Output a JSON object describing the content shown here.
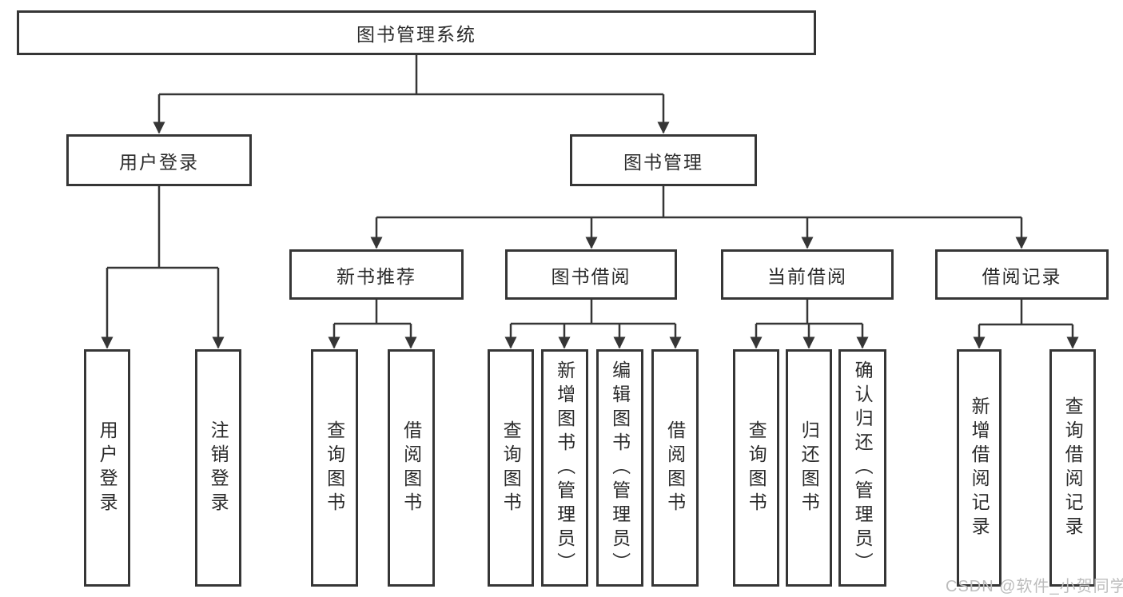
{
  "diagram": {
    "root": "图书管理系统",
    "nodes": {
      "user_login": "用户登录",
      "book_mgmt": "图书管理",
      "new_book": "新书推荐",
      "book_borrow": "图书借阅",
      "current_borrow": "当前借阅",
      "borrow_records": "借阅记录"
    },
    "leaves": {
      "user_login": [
        "用户登录",
        "注销登录"
      ],
      "new_book": [
        "查询图书",
        "借阅图书"
      ],
      "book_borrow": [
        "查询图书",
        "新增图书（管理员）",
        "编辑图书（管理员）",
        "借阅图书"
      ],
      "current_borrow": [
        "查询图书",
        "归还图书",
        "确认归还（管理员）"
      ],
      "borrow_records": [
        "新增借阅记录",
        "查询借阅记录"
      ]
    }
  },
  "watermark": "CSDN @软件_小贺同学",
  "colors": {
    "line": "#363636",
    "text": "#2b2b2b",
    "watermark": "#bdbdbd",
    "background": "#ffffff"
  }
}
